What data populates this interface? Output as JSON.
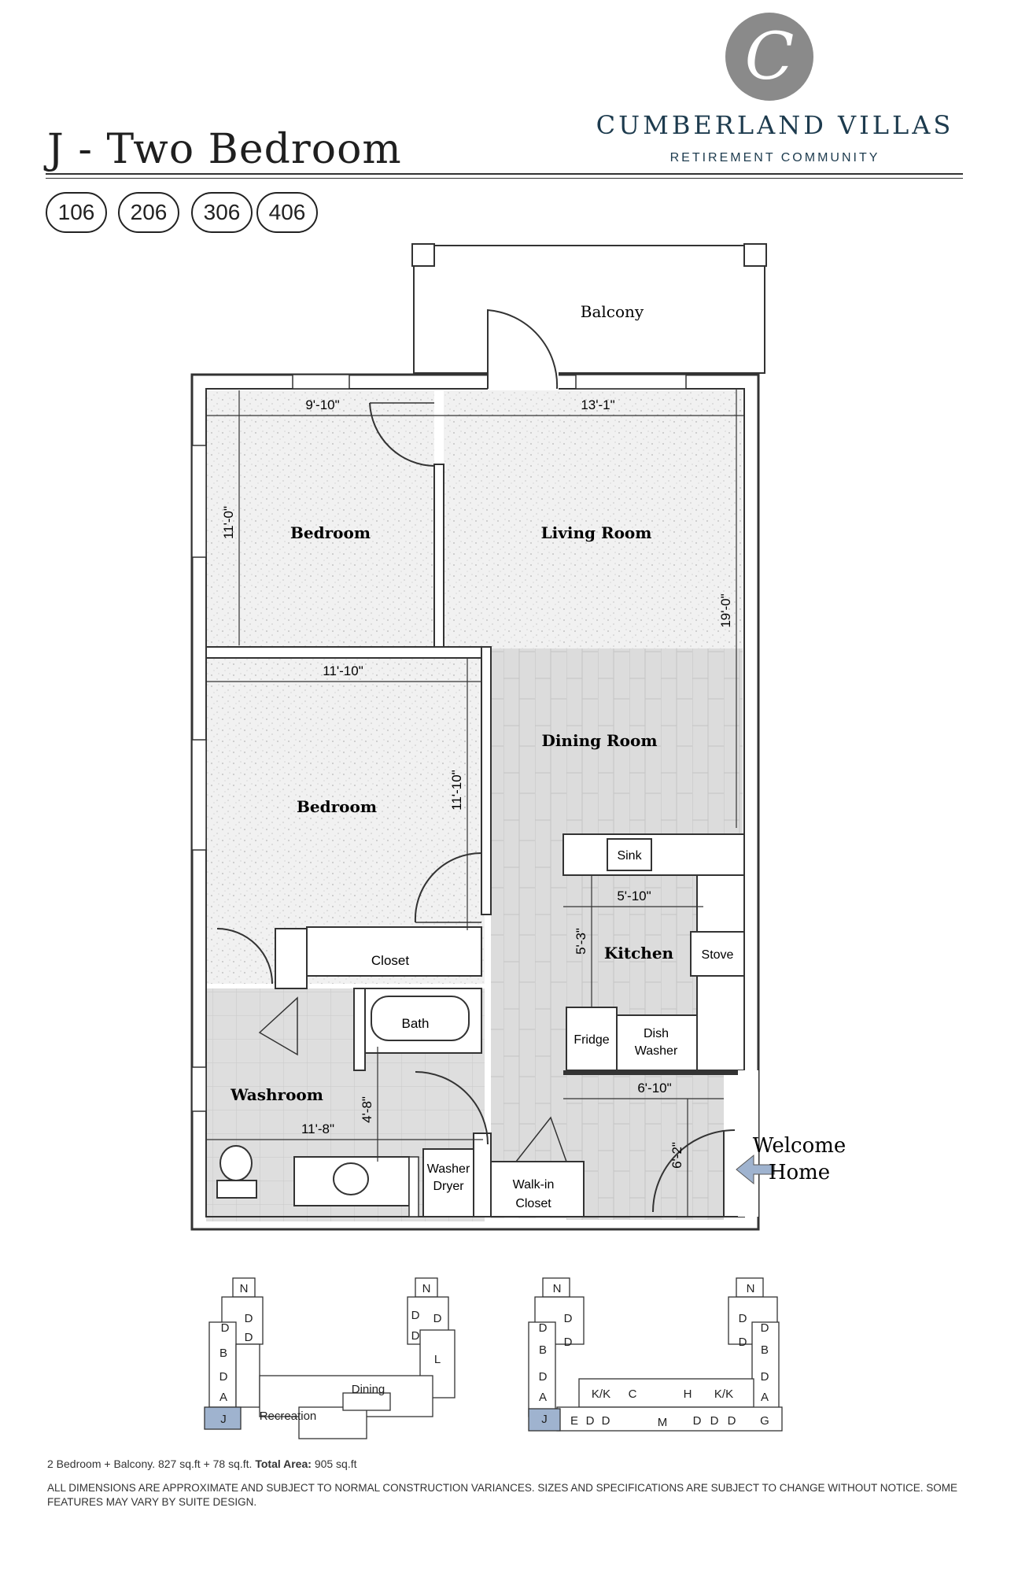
{
  "header": {
    "title": "J - Two Bedroom",
    "units": [
      "106",
      "206",
      "306",
      "406"
    ]
  },
  "brand": {
    "logo_letter": "C",
    "name": "CUMBERLAND VILLAS",
    "tagline": "RETIREMENT COMMUNITY",
    "colors": {
      "logo_grey": "#8a8a8a",
      "navy": "#1d3b4e"
    }
  },
  "floorplan": {
    "rooms": {
      "balcony": "Balcony",
      "bedroom1": "Bedroom",
      "living": "Living Room",
      "bedroom2": "Bedroom",
      "dining": "Dining Room",
      "kitchen": "Kitchen",
      "closet": "Closet",
      "bath": "Bath",
      "washroom": "Washroom",
      "walkin_line1": "Walk-in",
      "walkin_line2": "Closet"
    },
    "fixtures": {
      "sink": "Sink",
      "stove": "Stove",
      "fridge": "Fridge",
      "dish_line1": "Dish",
      "dish_line2": "Washer",
      "washer_line1": "Washer",
      "washer_line2": "Dryer"
    },
    "dimensions": {
      "bedroom1_width": "9'-10\"",
      "living_width": "13'-1\"",
      "bedroom1_depth": "11'-0\"",
      "living_depth": "19'-0\"",
      "bedroom2_width": "11'-10\"",
      "bedroom2_depth": "11'-10\"",
      "kitchen_width": "5'-10\"",
      "kitchen_depth": "5'-3\"",
      "washroom_depth": "4'-8\"",
      "washroom_width": "11'-8\"",
      "entry_width": "6'-10\"",
      "entry_depth": "6'-2\""
    },
    "welcome_line1": "Welcome",
    "welcome_line2": "Home"
  },
  "keyplans": {
    "left": {
      "labels": {
        "n1": "N",
        "n2": "N",
        "d1": "D",
        "d2": "D",
        "d3": "D",
        "d4": "D",
        "d5": "D",
        "d6": "D",
        "d7": "D",
        "b1": "B",
        "a1": "A",
        "j": "J",
        "l": "L",
        "recreation": "Recreation",
        "dining": "Dining"
      }
    },
    "right": {
      "labels": {
        "n1": "N",
        "n2": "N",
        "b1": "B",
        "b2": "B",
        "a1": "A",
        "a2": "A",
        "j": "J",
        "kk1": "K/K",
        "kk2": "K/K",
        "c": "C",
        "h": "H",
        "e": "E",
        "m": "M",
        "g": "G",
        "d": "D"
      }
    }
  },
  "footer": {
    "area_prefix": "2 Bedroom + Balcony. 827 sq.ft + 78 sq.ft.",
    "area_label": "Total Area:",
    "area_value": "905 sq.ft",
    "disclaimer": "ALL DIMENSIONS ARE APPROXIMATE AND SUBJECT TO NORMAL CONSTRUCTION VARIANCES. SIZES AND SPECIFICATIONS ARE SUBJECT TO CHANGE WITHOUT NOTICE. SOME FEATURES MAY VARY BY SUITE DESIGN."
  },
  "colors": {
    "highlight_unit": "#9fb3cf",
    "wall": "#ffffff",
    "line": "#333333"
  }
}
